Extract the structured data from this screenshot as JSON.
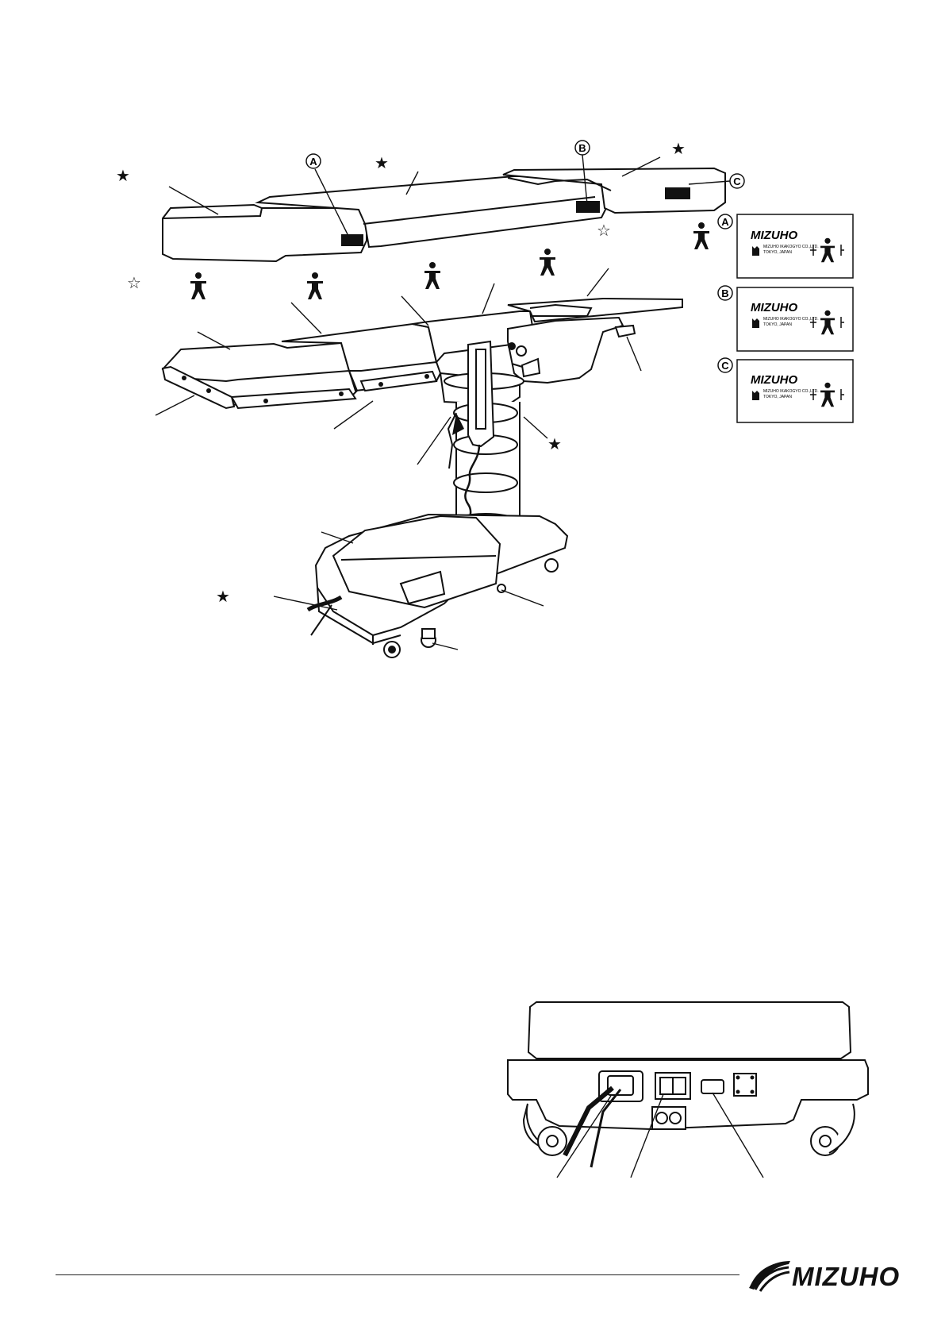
{
  "callouts": {
    "a": "A",
    "b": "B",
    "c": "C"
  },
  "symbols": {
    "filled_star": "★",
    "open_star": "☆"
  },
  "labels": [
    {
      "key": "A",
      "brand": "MIZUHO",
      "line1": "MIZUHO IKAKOGYO CO.,LTD.",
      "line2": "TOKYO, JAPAN"
    },
    {
      "key": "B",
      "brand": "MIZUHO",
      "line1": "MIZUHO IKAKOGYO CO.,LTD.",
      "line2": "TOKYO, JAPAN"
    },
    {
      "key": "C",
      "brand": "MIZUHO",
      "line1": "MIZUHO IKAKOGYO CO.,LTD.",
      "line2": "TOKYO, JAPAN"
    }
  ],
  "footer": {
    "brand": "MIZUHO"
  },
  "icons": [
    "applied-part-body-icon",
    "manufacturer-icon",
    "mizuho-logo-icon"
  ]
}
